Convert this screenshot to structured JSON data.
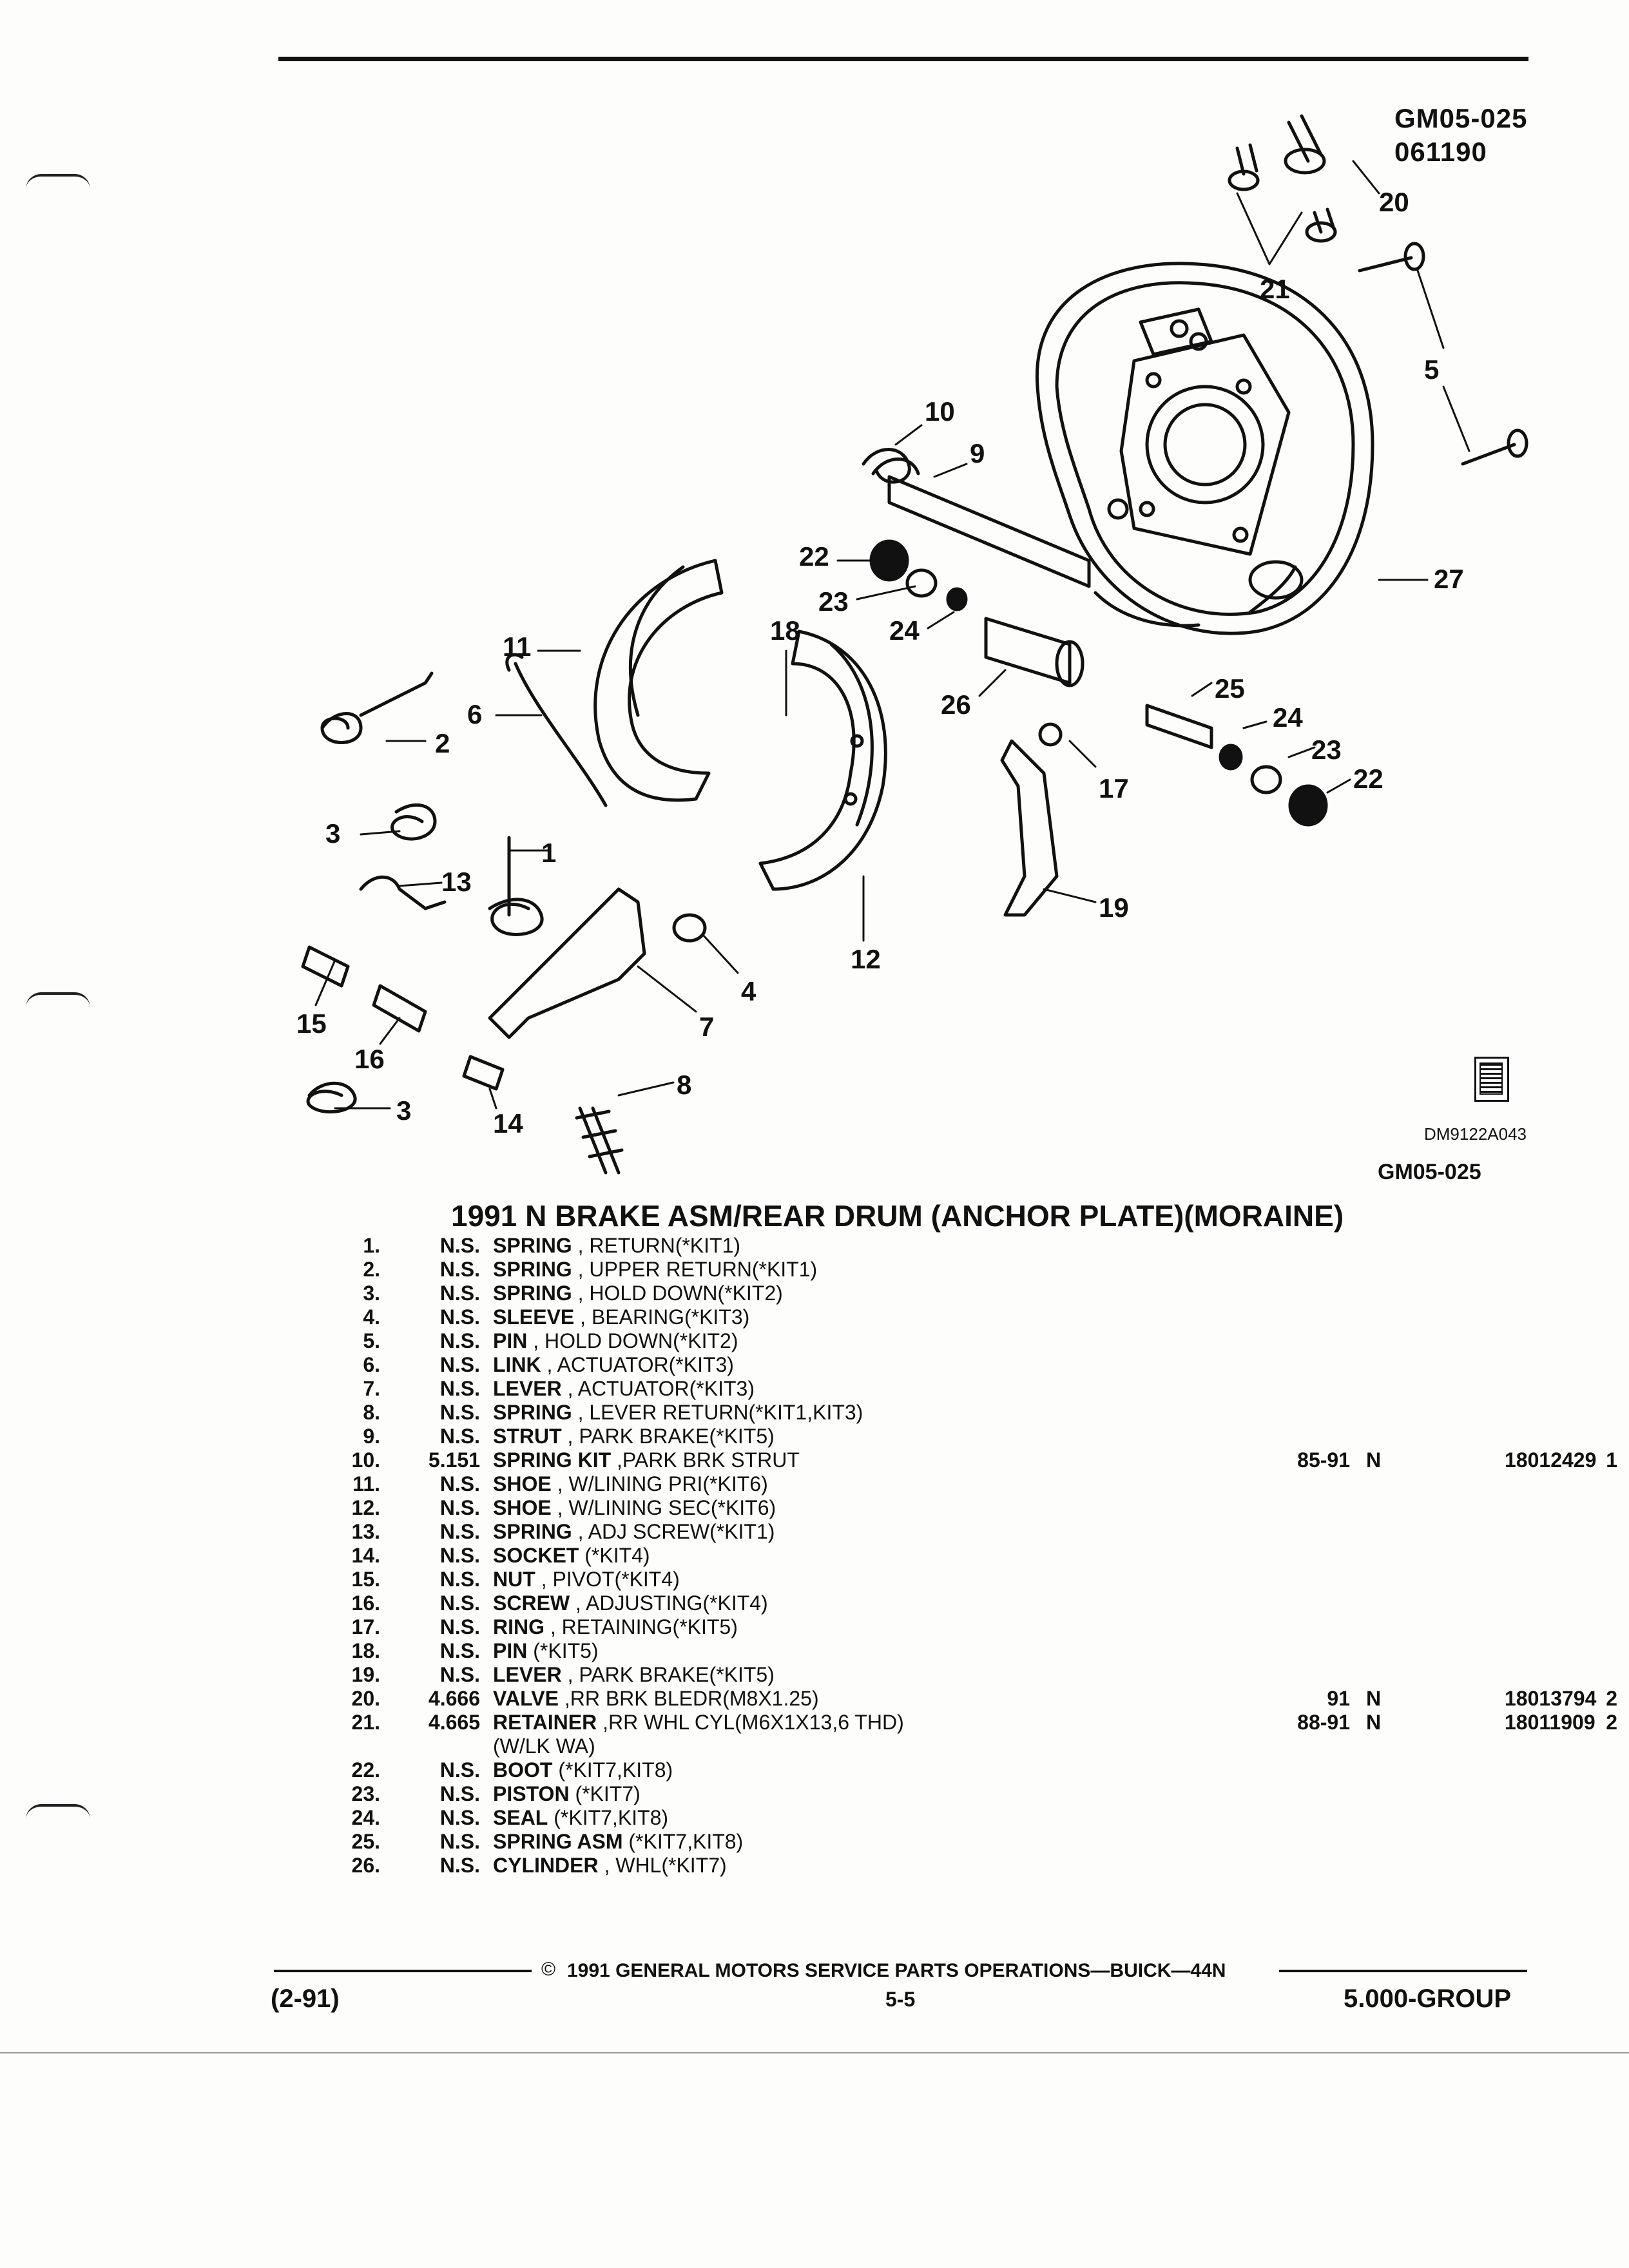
{
  "header": {
    "codes": [
      "GM05-025",
      "061190"
    ]
  },
  "diagram": {
    "callouts": [
      "20",
      "21",
      "5",
      "27",
      "10",
      "9",
      "22",
      "23",
      "24",
      "18",
      "11",
      "6",
      "2",
      "26",
      "25",
      "24",
      "23",
      "22",
      "17",
      "3",
      "1",
      "13",
      "12",
      "19",
      "4",
      "7",
      "15",
      "16",
      "3",
      "14",
      "8"
    ],
    "image_code": "DM9122A043",
    "bottom_code": "GM05-025"
  },
  "catalog": {
    "title": "1991 N BRAKE ASM/REAR DRUM (ANCHOR PLATE)(MORAINE)",
    "rows": [
      {
        "num": "1.",
        "sect": "N.S.",
        "name": "SPRING",
        "desc": ", RETURN(*KIT1)",
        "years": "",
        "flag": "",
        "qty": "",
        "part": ""
      },
      {
        "num": "2.",
        "sect": "N.S.",
        "name": "SPRING",
        "desc": ", UPPER RETURN(*KIT1)",
        "years": "",
        "flag": "",
        "qty": "",
        "part": ""
      },
      {
        "num": "3.",
        "sect": "N.S.",
        "name": "SPRING",
        "desc": ", HOLD DOWN(*KIT2)",
        "years": "",
        "flag": "",
        "qty": "",
        "part": ""
      },
      {
        "num": "4.",
        "sect": "N.S.",
        "name": "SLEEVE",
        "desc": ", BEARING(*KIT3)",
        "years": "",
        "flag": "",
        "qty": "",
        "part": ""
      },
      {
        "num": "5.",
        "sect": "N.S.",
        "name": "PIN",
        "desc": ", HOLD DOWN(*KIT2)",
        "years": "",
        "flag": "",
        "qty": "",
        "part": ""
      },
      {
        "num": "6.",
        "sect": "N.S.",
        "name": "LINK",
        "desc": ", ACTUATOR(*KIT3)",
        "years": "",
        "flag": "",
        "qty": "",
        "part": ""
      },
      {
        "num": "7.",
        "sect": "N.S.",
        "name": "LEVER",
        "desc": ", ACTUATOR(*KIT3)",
        "years": "",
        "flag": "",
        "qty": "",
        "part": ""
      },
      {
        "num": "8.",
        "sect": "N.S.",
        "name": "SPRING",
        "desc": ", LEVER RETURN(*KIT1,KIT3)",
        "years": "",
        "flag": "",
        "qty": "",
        "part": ""
      },
      {
        "num": "9.",
        "sect": "N.S.",
        "name": "STRUT",
        "desc": ", PARK BRAKE(*KIT5)",
        "years": "",
        "flag": "",
        "qty": "",
        "part": ""
      },
      {
        "num": "10.",
        "sect": "5.151",
        "name": "SPRING KIT",
        "desc": ",PARK BRK STRUT",
        "years": "85-91",
        "flag": "N",
        "qty": "1",
        "part": "18012429"
      },
      {
        "num": "11.",
        "sect": "N.S.",
        "name": "SHOE",
        "desc": ", W/LINING PRI(*KIT6)",
        "years": "",
        "flag": "",
        "qty": "",
        "part": ""
      },
      {
        "num": "12.",
        "sect": "N.S.",
        "name": "SHOE",
        "desc": ", W/LINING SEC(*KIT6)",
        "years": "",
        "flag": "",
        "qty": "",
        "part": ""
      },
      {
        "num": "13.",
        "sect": "N.S.",
        "name": "SPRING",
        "desc": ", ADJ SCREW(*KIT1)",
        "years": "",
        "flag": "",
        "qty": "",
        "part": ""
      },
      {
        "num": "14.",
        "sect": "N.S.",
        "name": "SOCKET",
        "desc": "(*KIT4)",
        "years": "",
        "flag": "",
        "qty": "",
        "part": ""
      },
      {
        "num": "15.",
        "sect": "N.S.",
        "name": "NUT",
        "desc": ", PIVOT(*KIT4)",
        "years": "",
        "flag": "",
        "qty": "",
        "part": ""
      },
      {
        "num": "16.",
        "sect": "N.S.",
        "name": "SCREW",
        "desc": ", ADJUSTING(*KIT4)",
        "years": "",
        "flag": "",
        "qty": "",
        "part": ""
      },
      {
        "num": "17.",
        "sect": "N.S.",
        "name": "RING",
        "desc": ", RETAINING(*KIT5)",
        "years": "",
        "flag": "",
        "qty": "",
        "part": ""
      },
      {
        "num": "18.",
        "sect": "N.S.",
        "name": "PIN",
        "desc": "(*KIT5)",
        "years": "",
        "flag": "",
        "qty": "",
        "part": ""
      },
      {
        "num": "19.",
        "sect": "N.S.",
        "name": "LEVER",
        "desc": ", PARK BRAKE(*KIT5)",
        "years": "",
        "flag": "",
        "qty": "",
        "part": ""
      },
      {
        "num": "20.",
        "sect": "4.666",
        "name": "VALVE",
        "desc": ",RR BRK BLEDR(M8X1.25)",
        "years": "91",
        "flag": "N",
        "qty": "2",
        "part": "18013794"
      },
      {
        "num": "21.",
        "sect": "4.665",
        "name": "RETAINER",
        "desc": ",RR WHL CYL(M6X1X13,6 THD)",
        "cont": "(W/LK WA)",
        "years": "88-91",
        "flag": "N",
        "qty": "2",
        "part": "18011909"
      },
      {
        "num": "22.",
        "sect": "N.S.",
        "name": "BOOT",
        "desc": "(*KIT7,KIT8)",
        "years": "",
        "flag": "",
        "qty": "",
        "part": ""
      },
      {
        "num": "23.",
        "sect": "N.S.",
        "name": "PISTON",
        "desc": "(*KIT7)",
        "years": "",
        "flag": "",
        "qty": "",
        "part": ""
      },
      {
        "num": "24.",
        "sect": "N.S.",
        "name": "SEAL",
        "desc": "(*KIT7,KIT8)",
        "years": "",
        "flag": "",
        "qty": "",
        "part": ""
      },
      {
        "num": "25.",
        "sect": "N.S.",
        "name": "SPRING ASM",
        "desc": "(*KIT7,KIT8)",
        "years": "",
        "flag": "",
        "qty": "",
        "part": ""
      },
      {
        "num": "26.",
        "sect": "N.S.",
        "name": "CYLINDER",
        "desc": ", WHL(*KIT7)",
        "years": "",
        "flag": "",
        "qty": "",
        "part": ""
      }
    ]
  },
  "footer": {
    "copyright": "© 1991 GENERAL MOTORS SERVICE PARTS OPERATIONS—BUICK—44N",
    "date_code": "(2-91)",
    "page": "5-5",
    "group": "5.000-GROUP"
  }
}
